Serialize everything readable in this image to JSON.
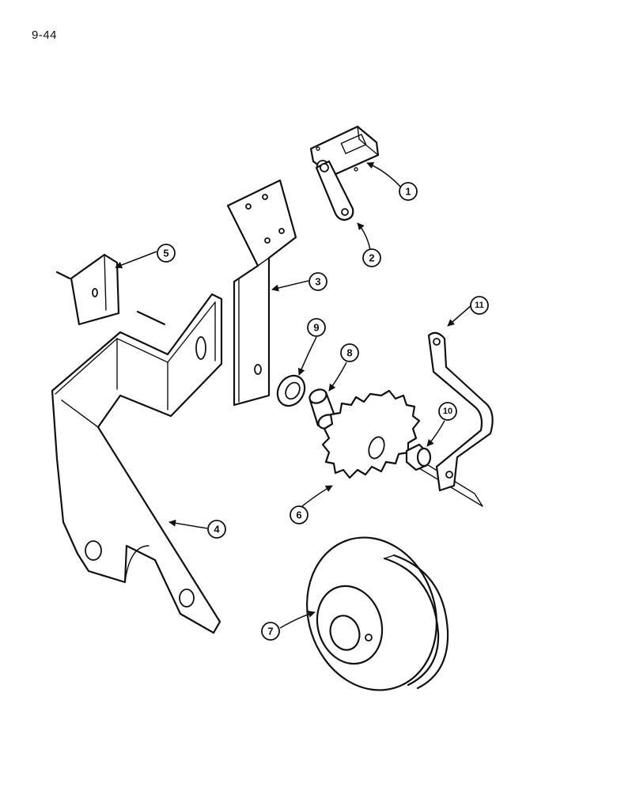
{
  "page": {
    "number": "9-44"
  },
  "callouts": [
    "1",
    "2",
    "3",
    "4",
    "5",
    "6",
    "7",
    "8",
    "9",
    "10",
    "11"
  ]
}
